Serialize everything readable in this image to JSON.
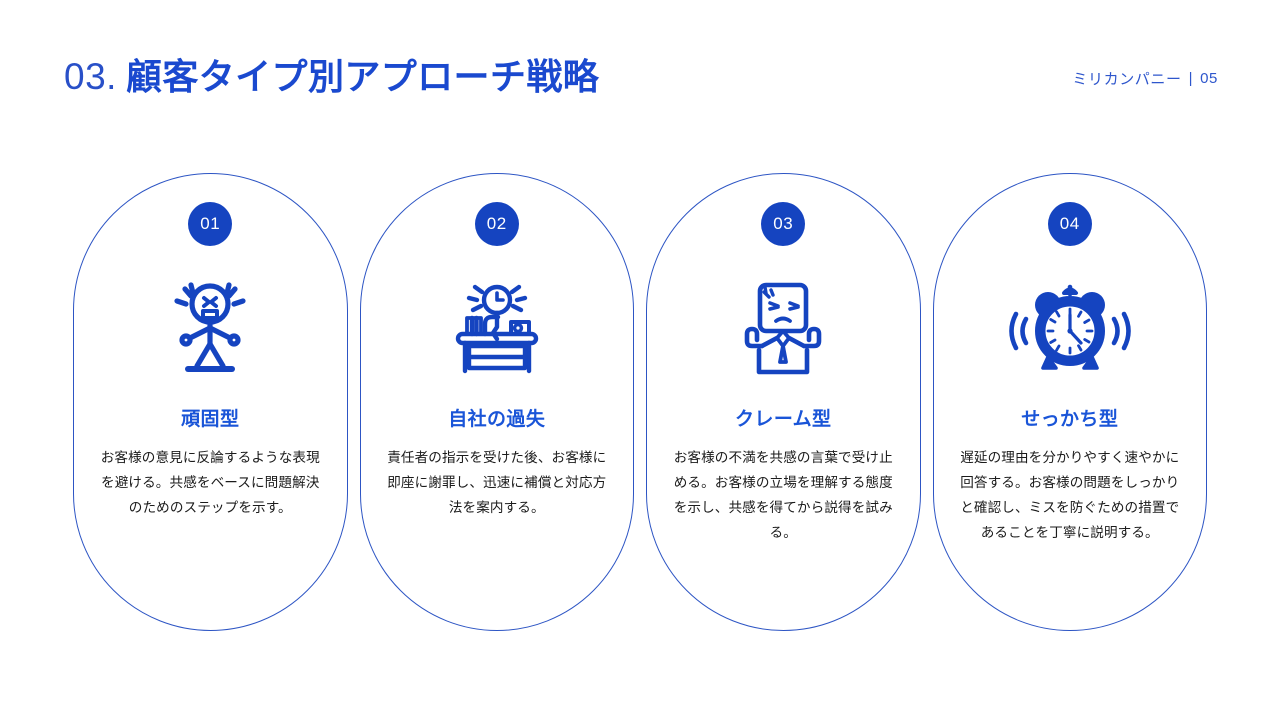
{
  "slide": {
    "background_color": "#ffffff",
    "accent_color": "#1544c0",
    "title_color": "#1a49cf",
    "body_color": "#1b1b1b"
  },
  "header": {
    "number": "03.",
    "title": "顧客タイプ別アプローチ戦略",
    "brand": "ミリカンパニー",
    "separator": "|",
    "page": "05"
  },
  "cards": [
    {
      "badge": "01",
      "icon": "angry-shouting-person-icon",
      "title": "頑固型",
      "body": "お客様の意見に反論するような表現を避ける。共感をベースに問題解決のためのステップを示す。"
    },
    {
      "badge": "02",
      "icon": "reception-desk-clock-icon",
      "title": "自社の過失",
      "body": "責任者の指示を受けた後、お客様に即座に謝罪し、迅速に補償と対応方法を案内する。"
    },
    {
      "badge": "03",
      "icon": "angry-businessman-icon",
      "title": "クレーム型",
      "body": "お客様の不満を共感の言葉で受け止める。お客様の立場を理解する態度を示し、共感を得てから説得を試みる。"
    },
    {
      "badge": "04",
      "icon": "ringing-alarm-clock-icon",
      "title": "せっかち型",
      "body": "遅延の理由を分かりやすく速やかに回答する。お客様の問題をしっかりと確認し、ミスを防ぐための措置であることを丁寧に説明する。"
    }
  ]
}
